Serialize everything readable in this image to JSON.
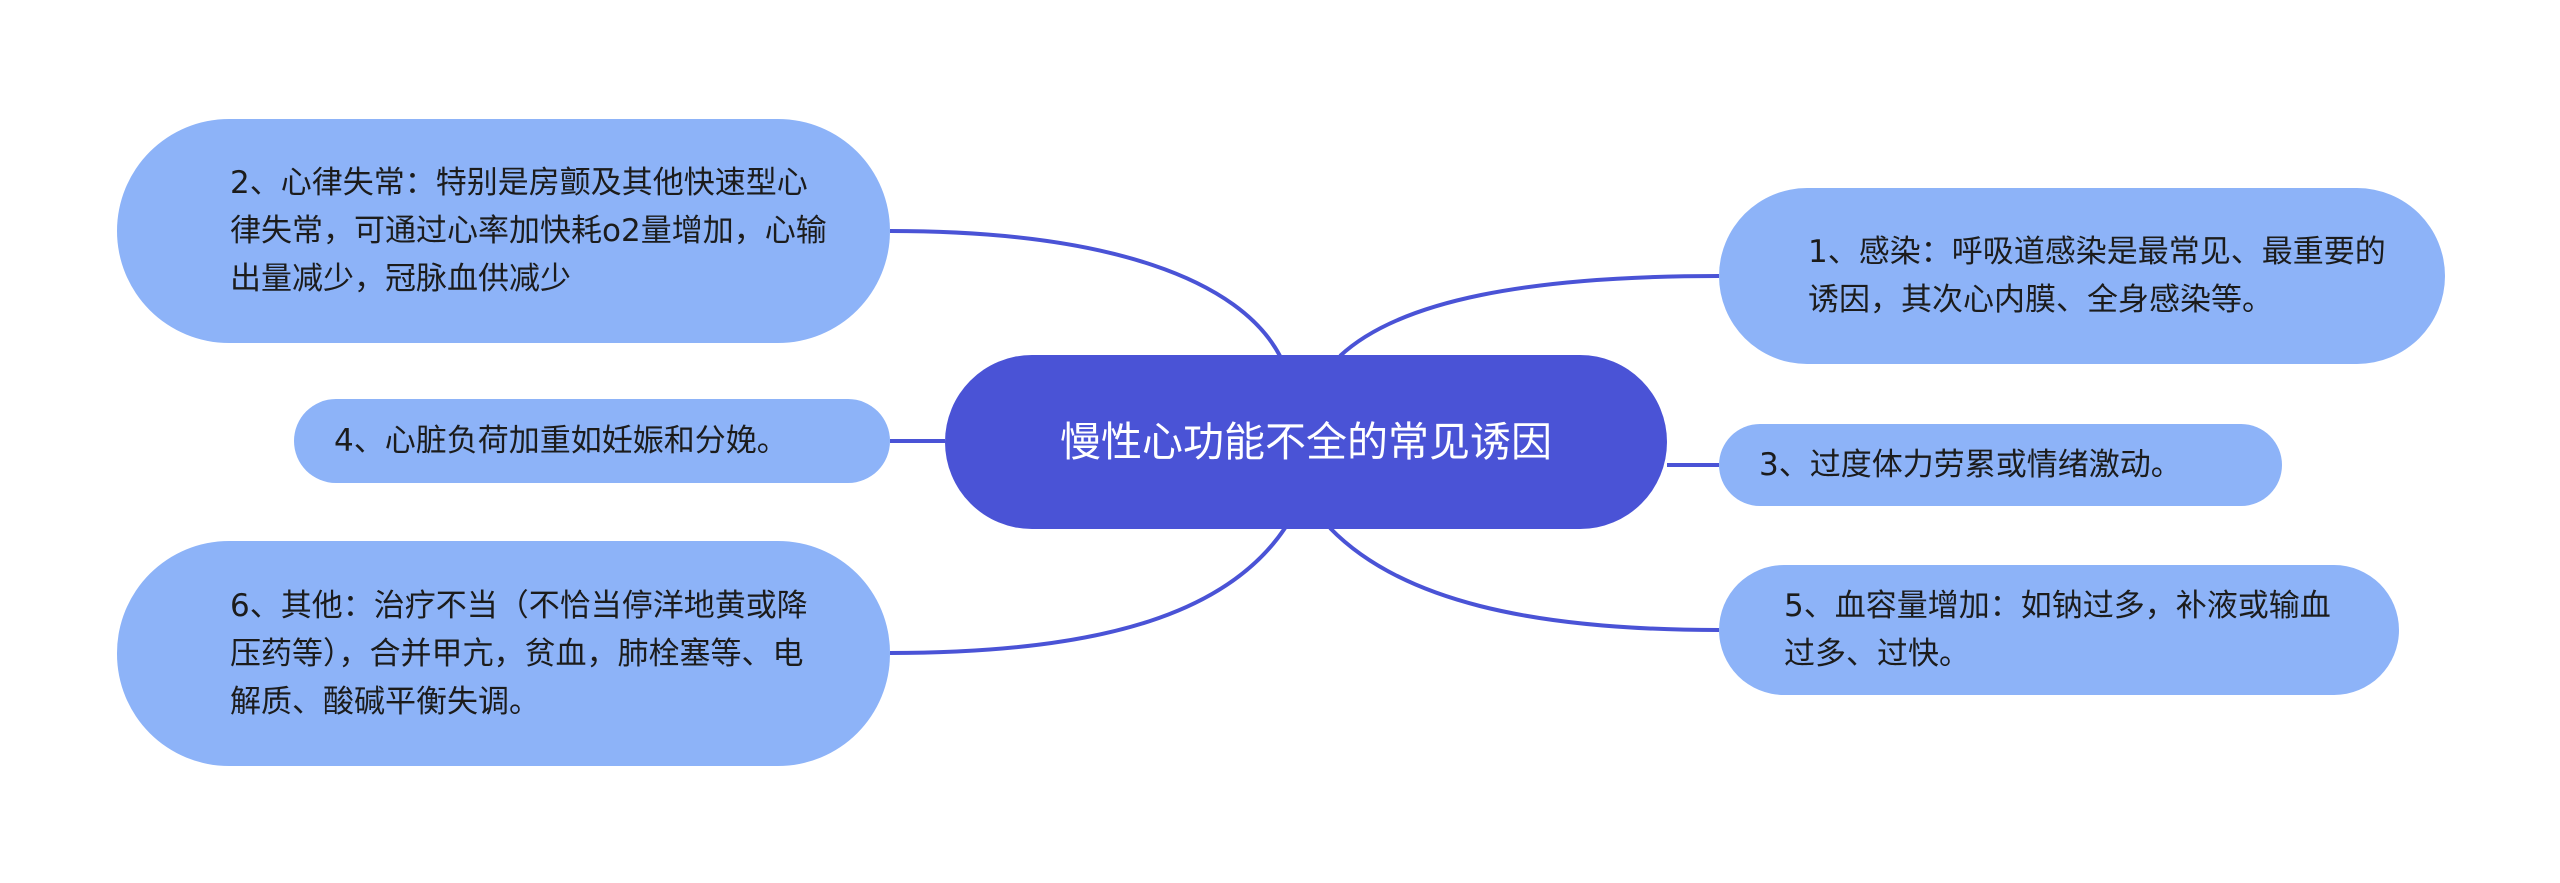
{
  "center": {
    "text": "慢性心功能不全的常见诱因"
  },
  "branches": [
    {
      "text": "1、感染：呼吸道感染是最常见、最重要的诱因，其次心内膜、全身感染等。"
    },
    {
      "text": "2、心律失常：特别是房颤及其他快速型心律失常，可通过心率加快耗o2量增加，心输出量减少，冠脉血供减少"
    },
    {
      "text": "3、过度体力劳累或情绪激动。"
    },
    {
      "text": "4、心脏负荷加重如妊娠和分娩。"
    },
    {
      "text": "5、血容量增加：如钠过多，补液或输血过多、过快。"
    },
    {
      "text": "6、其他：治疗不当（不恰当停洋地黄或降压药等），合并甲亢，贫血，肺栓塞等、电解质、酸碱平衡失调。"
    }
  ],
  "colors": {
    "center_fill": "#4a53d6",
    "branch_fill": "#8db3f8",
    "connector": "#4a53d6",
    "center_text": "#ffffff",
    "branch_text": "#1c1c1c"
  }
}
